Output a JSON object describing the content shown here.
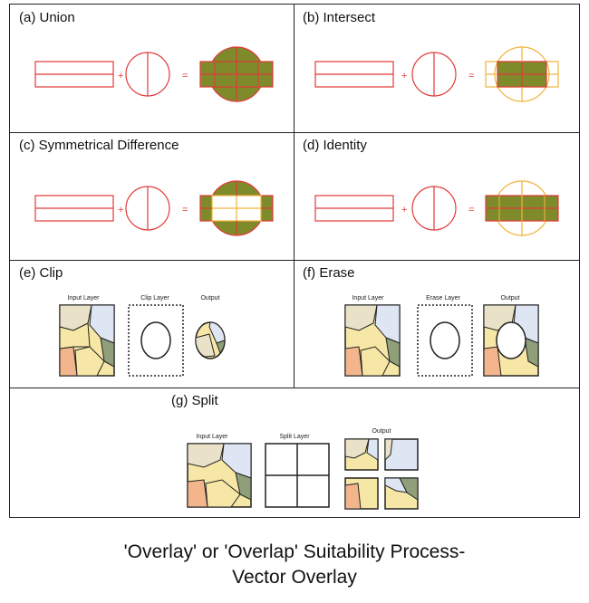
{
  "panels": {
    "a": {
      "title": "(a) Union"
    },
    "b": {
      "title": "(b) Intersect"
    },
    "c": {
      "title": "(c) Symmetrical Difference"
    },
    "d": {
      "title": "(d) Identity"
    },
    "e": {
      "title": "(e) Clip",
      "input_label": "Input Layer",
      "mask_label": "Clip Layer",
      "output_label": "Output"
    },
    "f": {
      "title": "(f) Erase",
      "input_label": "Input Layer",
      "mask_label": "Erase Layer",
      "output_label": "Output"
    },
    "g": {
      "title": "(g) Split",
      "input_label": "Input Layer",
      "mask_label": "Split Layer",
      "output_label": "Output"
    }
  },
  "operators": {
    "plus": "+",
    "equals": "="
  },
  "caption": {
    "line1": "'Overlay' or 'Overlap' Suitability Process-",
    "line2": "Vector Overlay"
  },
  "colors": {
    "red_outline": "#e23a3a",
    "yellow_outline": "#f0b43a",
    "olive_fill": "#7f8a2a",
    "map_yellow": "#f6e7a6",
    "map_blue": "#dde6f2",
    "map_green": "#8f9f7a",
    "map_orange": "#f2b58c",
    "map_beige": "#e9e2c8"
  }
}
